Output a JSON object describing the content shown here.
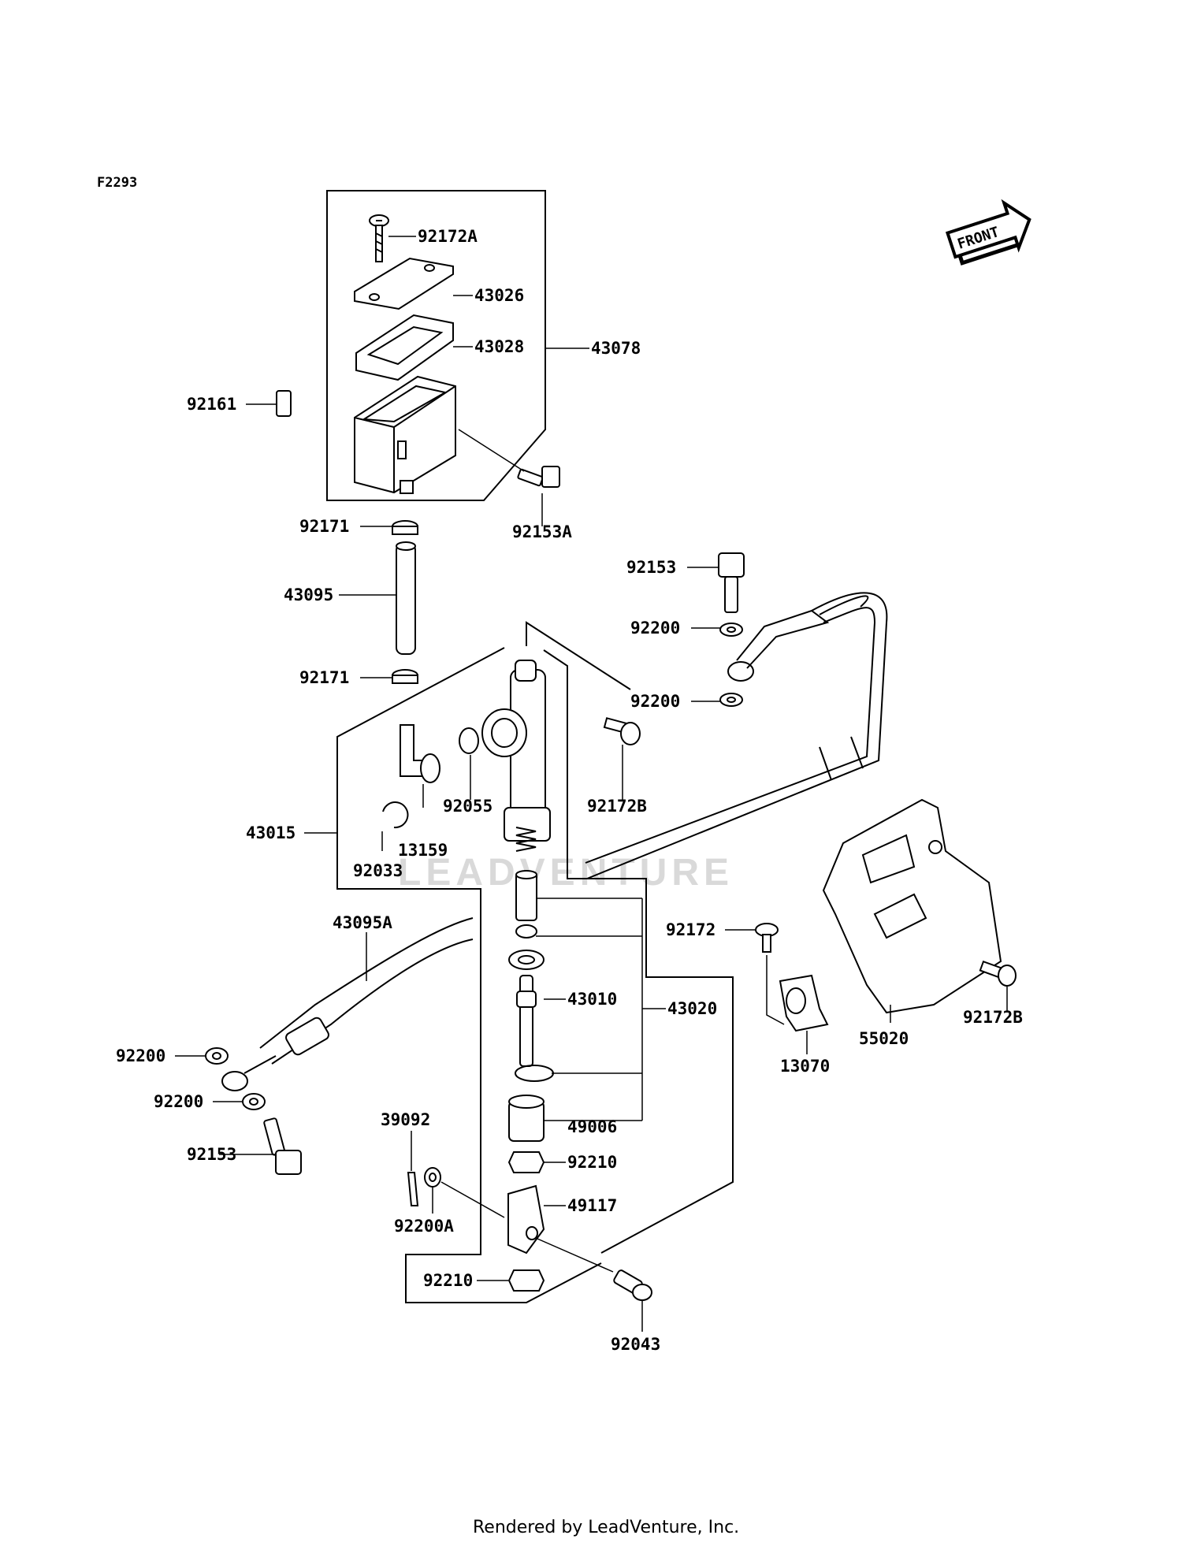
{
  "diagram": {
    "code": "F2293",
    "front_label": "FRONT",
    "watermark": "LEADVENTURE",
    "footer": "Rendered by LeadVenture, Inc.",
    "parts": {
      "p92172A": "92172A",
      "p43026": "43026",
      "p43028": "43028",
      "p43078": "43078",
      "p92161": "92161",
      "p92153A": "92153A",
      "p92171_top": "92171",
      "p43095": "43095",
      "p92171_bottom": "92171",
      "p92153_top": "92153",
      "p92200_a": "92200",
      "p92200_b": "92200",
      "p92172B_a": "92172B",
      "p92055": "92055",
      "p43015": "43015",
      "p13159": "13159",
      "p92033": "92033",
      "p43095A": "43095A",
      "p92172": "92172",
      "p43010": "43010",
      "p43020": "43020",
      "p55020": "55020",
      "p92172B_b": "92172B",
      "p13070": "13070",
      "p92200_c": "92200",
      "p92200_d": "92200",
      "p92153_bottom": "92153",
      "p39092": "39092",
      "p49006": "49006",
      "p92210_a": "92210",
      "p49117": "49117",
      "p92200A": "92200A",
      "p92210_b": "92210",
      "p92043": "92043"
    }
  }
}
